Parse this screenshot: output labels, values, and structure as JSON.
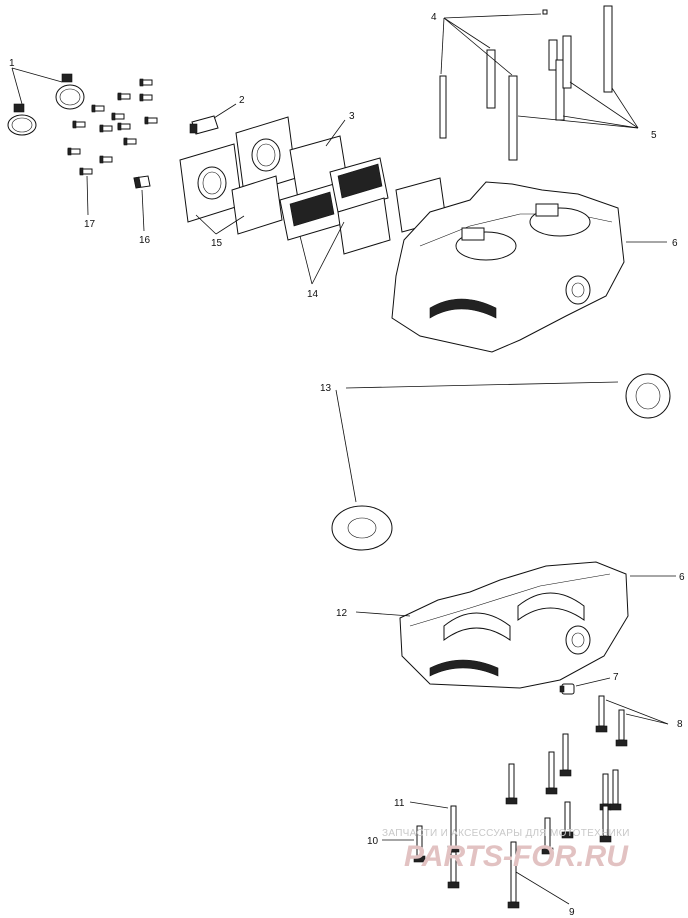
{
  "callouts": {
    "c1": "1",
    "c2": "2",
    "c3": "3",
    "c4": "4",
    "c5": "5",
    "c6a": "6",
    "c13": "13",
    "c6b": "6",
    "c12": "12",
    "c7": "7",
    "c8": "8",
    "c11": "11",
    "c10": "10",
    "c9": "9",
    "c14": "14",
    "c15": "15",
    "c16": "16",
    "c17": "17"
  },
  "watermark": {
    "tagline": "ЗАПЧАСТИ И АКСЕССУАРЫ ДЛЯ МОТОТЕХНИКИ",
    "brand": "PARTS-FOR.RU"
  },
  "colors": {
    "line": "#111111",
    "watermark_text": "#c8c8c8",
    "watermark_brand": "#e2c2c2"
  }
}
